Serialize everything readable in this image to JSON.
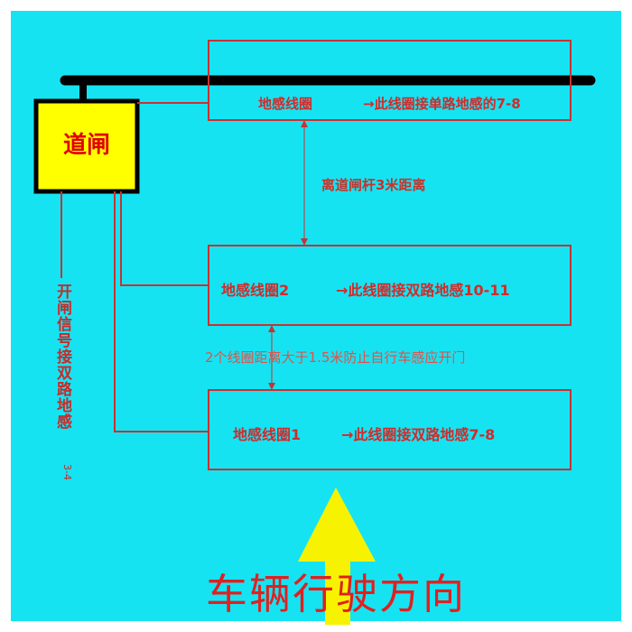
{
  "colors": {
    "background": "#16e3f2",
    "border_white": "#ffffff",
    "line_red": "#c83232",
    "text_red": "#d32a2a",
    "gate_fill": "#ffff00",
    "arrow_yellow": "#f7f300",
    "bar_black": "#000000"
  },
  "gate": {
    "label": "道闸"
  },
  "vertical_label": {
    "text": "开闸信号接双路地感",
    "sub": "3-4"
  },
  "loops": [
    {
      "label": "地感线圈",
      "note": "→此线圈接单路地感的7-8"
    },
    {
      "label": "地感线圈2",
      "note": "→此线圈接双路地感10-11"
    },
    {
      "label": "地感线圈1",
      "note": "→此线圈接双路地感7-8"
    }
  ],
  "distances": {
    "gate_to_loop": "离道闸杆3米距离",
    "between_loops": "2个线圈距离大于1.5米防止自行车感应开门"
  },
  "direction": {
    "text": "车辆行驶方向",
    "icon": "up-arrow-icon"
  }
}
